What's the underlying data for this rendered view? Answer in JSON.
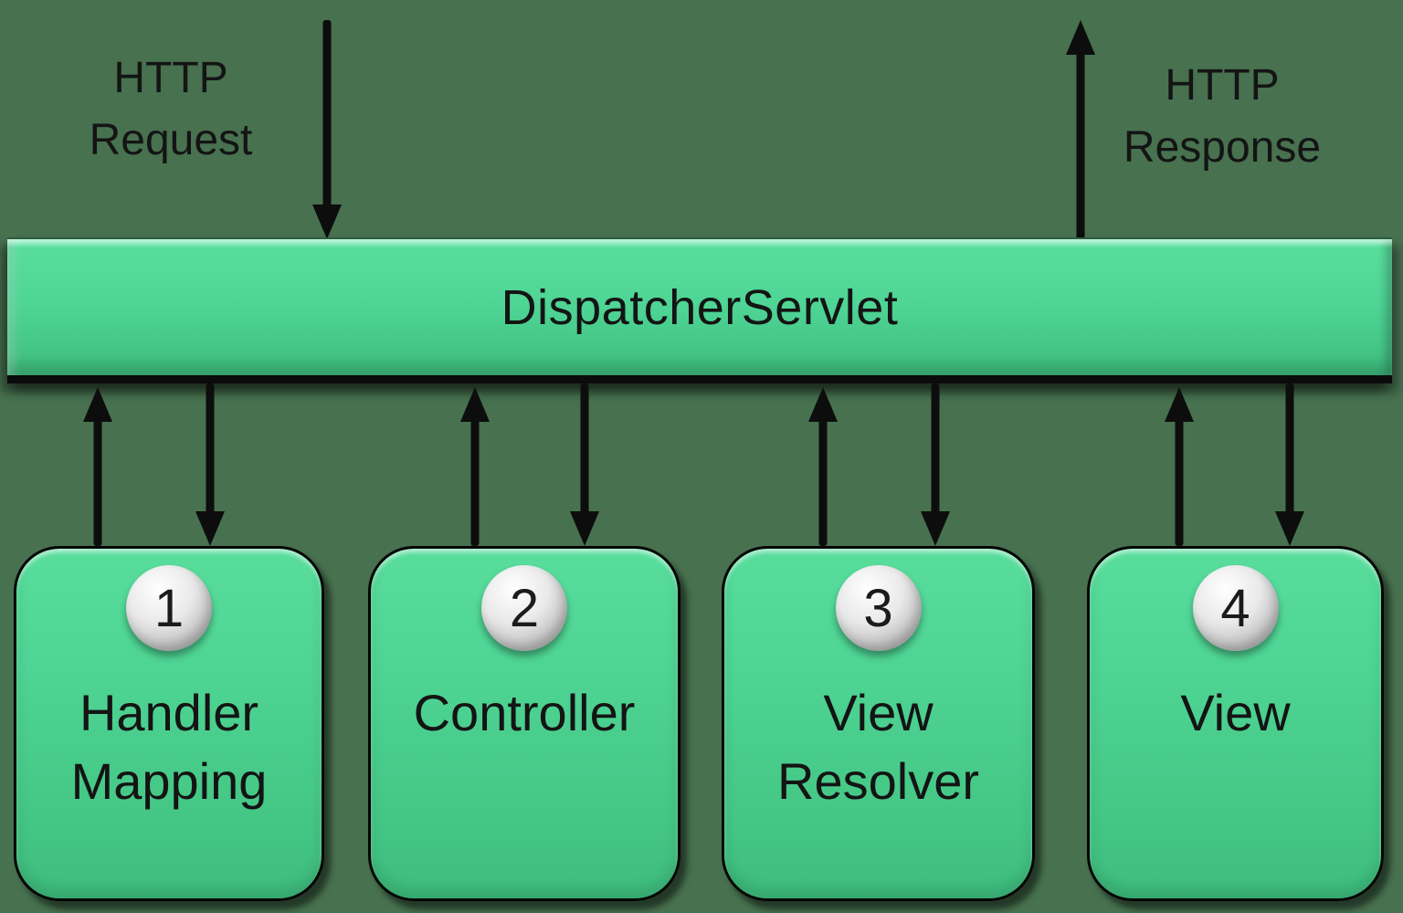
{
  "colors": {
    "background": "#47714F",
    "arrow": "#0D0D0D",
    "ink": "#141414",
    "green-highlight": "#79EDB6",
    "green-top": "#58DD9C",
    "green-mid": "#4ED494",
    "green-bottom": "#3EBD7E",
    "badge-light": "#E9E9E9",
    "badge-dark": "#A4A4A4"
  },
  "labels": {
    "http_request": {
      "lines": [
        "HTTP",
        "Request"
      ]
    },
    "http_response": {
      "lines": [
        "HTTP",
        "Response"
      ]
    }
  },
  "dispatcher": {
    "label": "DispatcherServlet"
  },
  "components": [
    {
      "number": "1",
      "lines": [
        "Handler",
        "Mapping"
      ]
    },
    {
      "number": "2",
      "lines": [
        "Controller"
      ]
    },
    {
      "number": "3",
      "lines": [
        "View",
        "Resolver"
      ]
    },
    {
      "number": "4",
      "lines": [
        "View"
      ]
    }
  ]
}
